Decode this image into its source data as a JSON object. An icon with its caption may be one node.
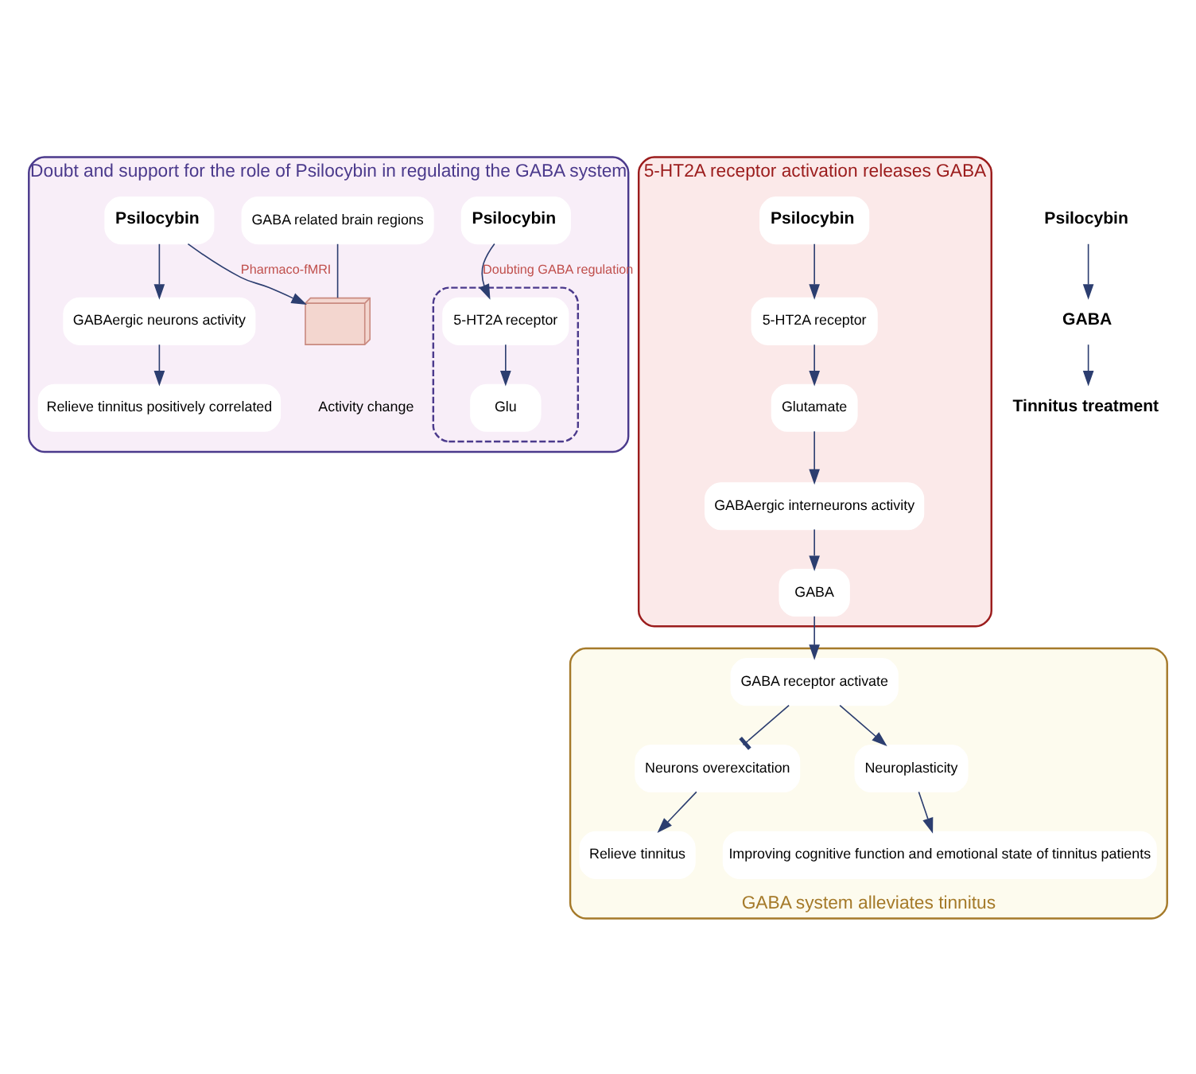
{
  "diagram": {
    "nodes": [
      {
        "text": [
          "Doubt and support for the role of Psilocybin in regulating the GABA system"
        ]
      },
      {
        "text": [
          "5-HT2A receptor activation releases GABA"
        ]
      },
      {
        "text": [
          "GABA system alleviates tinnitus"
        ]
      },
      {
        "text": [
          "Psilocybin"
        ],
        "in": 0
      },
      {
        "text": [],
        "shape": "box",
        "in": 0
      },
      {
        "text": [
          "5-HT2A receptor"
        ],
        "in": 4
      },
      {
        "text": [
          "Glu"
        ],
        "in": 4
      },
      {
        "text": [
          "Psilocybin"
        ],
        "in": 0
      },
      {
        "text": [
          "GABAergic neurons activity"
        ],
        "in": 0
      },
      {
        "text": [
          "Relieve tinnitus positively correlated"
        ],
        "in": 0
      },
      {
        "text": [
          "GABA related brain regions"
        ],
        "in": 0
      },
      {
        "text": [],
        "shape": "picture",
        "in": 0,
        "beside": [
          "Activity change"
        ]
      },
      {
        "text": [
          "Psilocybin"
        ],
        "in": 1
      },
      {
        "text": [
          "5-HT2A receptor"
        ],
        "in": 1
      },
      {
        "text": [
          "Glutamate"
        ],
        "in": 1
      },
      {
        "text": [
          "GABAergic interneurons activity"
        ],
        "in": 1
      },
      {
        "text": [
          "GABA"
        ],
        "in": 1
      },
      {
        "text": [
          "GABA receptor activate"
        ],
        "in": 2
      },
      {
        "text": [
          "Neurons overexcitation"
        ],
        "in": 2
      },
      {
        "text": [
          "Relieve tinnitus"
        ],
        "in": 2
      },
      {
        "text": [
          "Neuroplasticity"
        ],
        "in": 2
      },
      {
        "text": [
          "Improving cognitive function and emotional state of tinnitus patients"
        ],
        "in": 2
      },
      {
        "text": [
          "Psilocybin"
        ]
      },
      {
        "text": [
          "GABA"
        ]
      },
      {
        "text": [
          "Tinnitus treatment"
        ]
      }
    ],
    "edges": [
      {
        "from": 3,
        "to": 5,
        "arrow": "to",
        "label": "Doubting GABA regulation"
      },
      {
        "from": 5,
        "to": 6,
        "arrow": "to"
      },
      {
        "from": 7,
        "to": 8,
        "arrow": "to"
      },
      {
        "from": 8,
        "to": 9,
        "arrow": "to"
      },
      {
        "from": 7,
        "to": 11,
        "arrow": "to",
        "label": "Pharmaco-fMRI"
      },
      {
        "from": 10,
        "to": 11,
        "arrow": "none"
      },
      {
        "from": 12,
        "to": 13,
        "arrow": "to"
      },
      {
        "from": 13,
        "to": 14,
        "arrow": "to"
      },
      {
        "from": 14,
        "to": 15,
        "arrow": "to"
      },
      {
        "from": 15,
        "to": 16,
        "arrow": "to"
      },
      {
        "from": 16,
        "to": 17,
        "arrow": "to"
      },
      {
        "from": 17,
        "to": 18,
        "arrow": "other"
      },
      {
        "from": 18,
        "to": 19,
        "arrow": "to"
      },
      {
        "from": 17,
        "to": 20,
        "arrow": "to"
      },
      {
        "from": 20,
        "to": 21,
        "arrow": "to"
      },
      {
        "from": 22,
        "to": 23,
        "arrow": "to"
      },
      {
        "from": 23,
        "to": 24,
        "arrow": "to"
      }
    ]
  }
}
